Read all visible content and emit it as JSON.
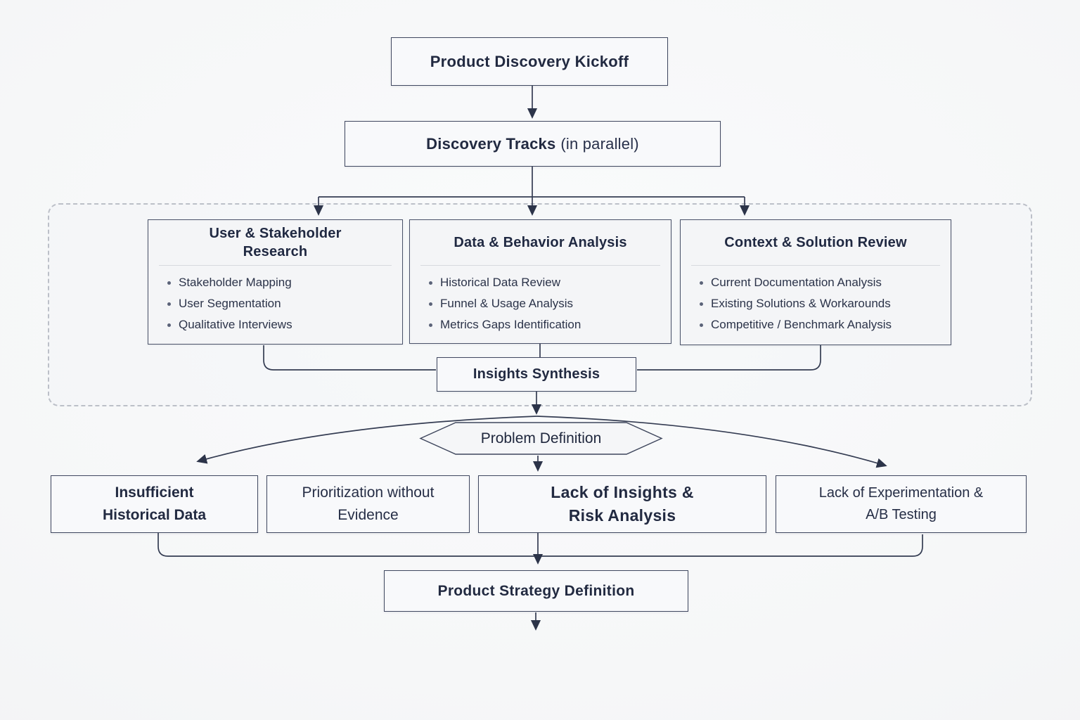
{
  "diagram": {
    "kickoff": {
      "label": "Product Discovery Kickoff"
    },
    "discovery_tracks": {
      "label_bold": "Discovery Tracks",
      "label_suffix": "(in parallel)"
    },
    "tracks": [
      {
        "title": "User & Stakeholder Research",
        "items": [
          "Stakeholder Mapping",
          "User Segmentation",
          "Qualitative Interviews"
        ]
      },
      {
        "title": "Data & Behavior Analysis",
        "items": [
          "Historical Data Review",
          "Funnel & Usage Analysis",
          "Metrics Gaps Identification"
        ]
      },
      {
        "title": "Context & Solution Review",
        "items": [
          "Current Documentation Analysis",
          "Existing Solutions & Workarounds",
          "Competitive / Benchmark Analysis"
        ]
      }
    ],
    "synthesis": {
      "label": "Insights Synthesis"
    },
    "problem_definition": {
      "label": "Problem Definition"
    },
    "problems": [
      {
        "label": "Insufficient Historical Data"
      },
      {
        "label": "Prioritization without Evidence"
      },
      {
        "label": "Lack of Insights & Risk Analysis"
      },
      {
        "label": "Lack of Experimentation & A/B Testing"
      }
    ],
    "strategy": {
      "label": "Product Strategy Definition"
    },
    "colors": {
      "background": "#f7f8f9",
      "node_fill": "#f8f9fb",
      "track_fill": "#f4f5f7",
      "node_border": "#404860",
      "dashed_border": "#bcc0c8",
      "line": "#343c52",
      "arrowhead": "#2c3449",
      "text": "#222a41",
      "bullet_dot": "#5b6379",
      "divider": "#d7d9de"
    }
  }
}
